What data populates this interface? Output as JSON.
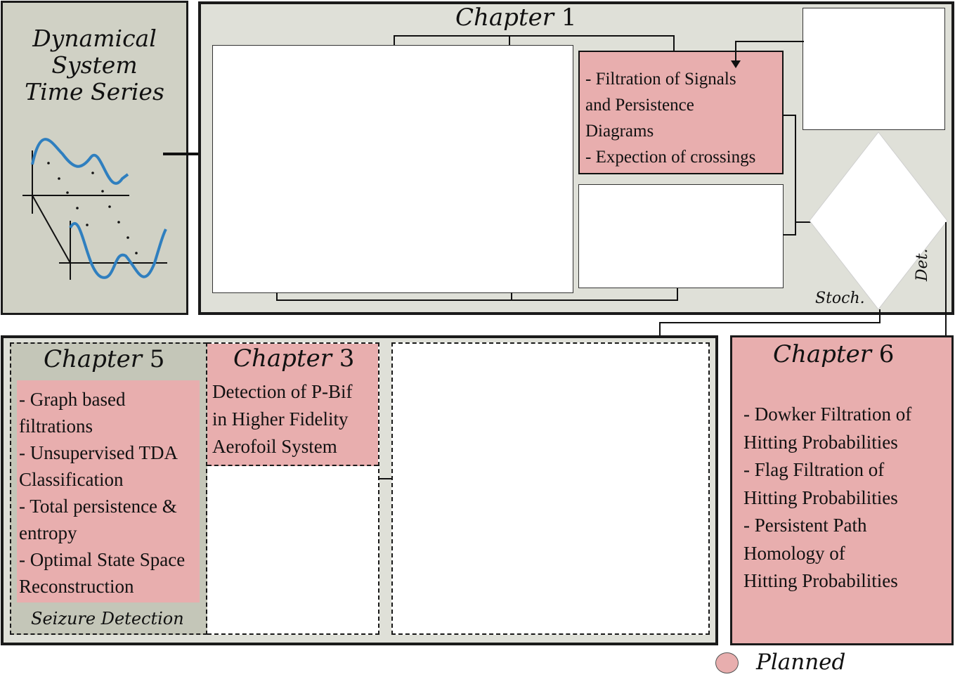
{
  "input_panel": {
    "title_lines": [
      "Dynamical",
      "System",
      "Time Series"
    ]
  },
  "chapter1": {
    "title": "Chapter",
    "number": "1",
    "pink_items": [
      "- Filtration of Signals",
      "and Persistence",
      "Diagrams",
      "- Expection of crossings"
    ],
    "stoch_label": "Stoch.",
    "det_label": "Det."
  },
  "chapter5": {
    "title": "Chapter",
    "number": "5",
    "items": [
      "- Graph based",
      "filtrations",
      "- Unsupervised TDA",
      "Classification",
      "- Total persistence &",
      "entropy",
      "- Optimal State Space",
      "Reconstruction"
    ],
    "footer": "Seizure Detection"
  },
  "chapter3": {
    "title": "Chapter",
    "number": "3",
    "items": [
      "Detection of P-Bif",
      "in Higher Fidelity",
      "Aerofoil System"
    ]
  },
  "chapter6": {
    "title": "Chapter",
    "number": "6",
    "items": [
      "- Dowker Filtration of",
      "Hitting Probabilities",
      "- Flag Filtration of",
      "Hitting Probabilities",
      "- Persistent Path",
      "Homology of",
      "Hitting Probabilities"
    ]
  },
  "legend": {
    "label": "Planned",
    "color": "#e8aeae"
  },
  "colors": {
    "planned": "#e8aeae",
    "panel_gray": "#d0d1c5",
    "panel_light": "#dfe0d8",
    "signal": "#2f7fbf"
  }
}
